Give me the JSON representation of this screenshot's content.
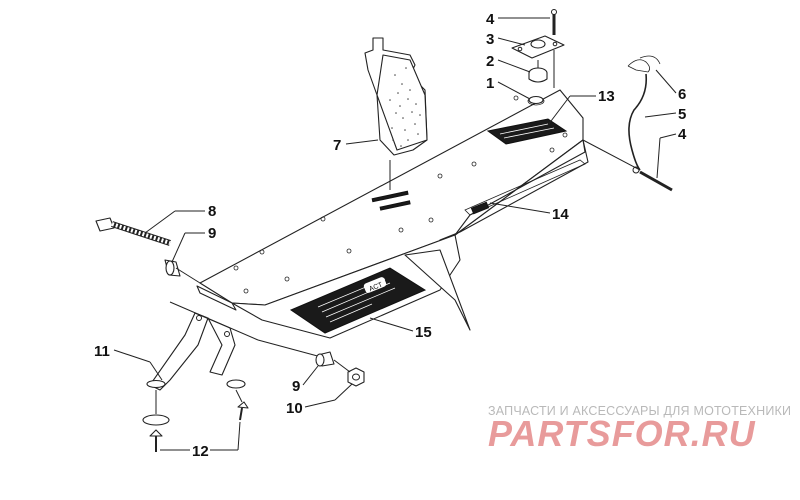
{
  "watermark": {
    "caption": "ЗАПЧАСТИ И АКСЕССУАРЫ ДЛЯ МОТОТЕХНИКИ",
    "logo": "PARTSFOR.RU",
    "caption_color": "#b9b9b9",
    "logo_color": "#e58a8a"
  },
  "decal_text": "ACT",
  "callouts": [
    {
      "id": "c4a",
      "label": "4"
    },
    {
      "id": "c3",
      "label": "3"
    },
    {
      "id": "c2",
      "label": "2"
    },
    {
      "id": "c1",
      "label": "1"
    },
    {
      "id": "c13",
      "label": "13"
    },
    {
      "id": "c6",
      "label": "6"
    },
    {
      "id": "c5",
      "label": "5"
    },
    {
      "id": "c4b",
      "label": "4"
    },
    {
      "id": "c7",
      "label": "7"
    },
    {
      "id": "c8",
      "label": "8"
    },
    {
      "id": "c9a",
      "label": "9"
    },
    {
      "id": "c14",
      "label": "14"
    },
    {
      "id": "c15",
      "label": "15"
    },
    {
      "id": "c11",
      "label": "11"
    },
    {
      "id": "c9b",
      "label": "9"
    },
    {
      "id": "c10",
      "label": "10"
    },
    {
      "id": "c12",
      "label": "12"
    }
  ]
}
